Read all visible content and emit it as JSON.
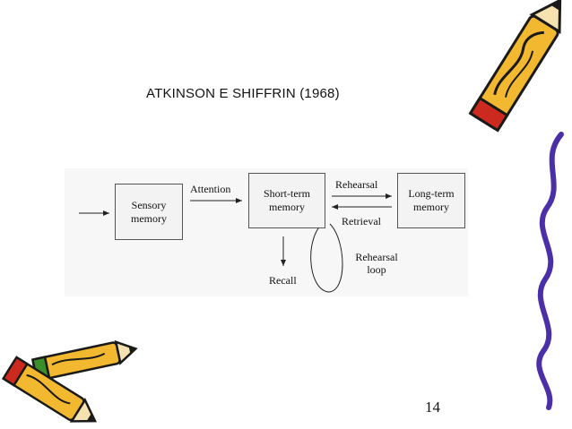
{
  "slide": {
    "title": "ATKINSON E SHIFFRIN (1968)",
    "page_number": "14"
  },
  "diagram": {
    "boxes": {
      "sensory": "Sensory\nmemory",
      "short_term": "Short-term\nmemory",
      "long_term": "Long-term\nmemory"
    },
    "labels": {
      "attention": "Attention",
      "rehearsal": "Rehearsal",
      "retrieval": "Retrieval",
      "recall": "Recall",
      "rehearsal_loop": "Rehearsal\nloop"
    }
  },
  "decorations": {
    "icons": [
      "pencil-icon-top-right",
      "pencils-icon-bottom-left",
      "wavy-line-decoration"
    ],
    "colors": {
      "pencil_body": "#f2b830",
      "pencil_tip": "#cc2a1e",
      "wavy_line": "#4a2fa8",
      "outline": "#1a1a1a"
    }
  }
}
